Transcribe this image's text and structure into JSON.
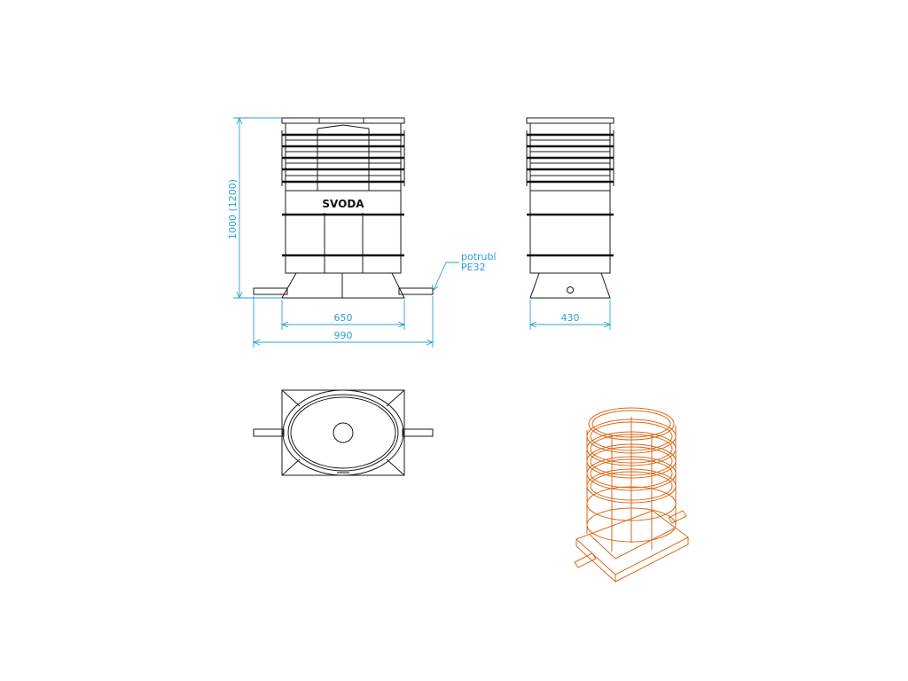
{
  "colors": {
    "dimension": "#2a9fd6",
    "outline": "#1a1a1a",
    "isometric": "#d96a1a"
  },
  "front_view": {
    "logo": "SVODA",
    "height_label": "1000  (1200)",
    "inner_width_label": "650",
    "overall_width_label": "990",
    "pipe_label_line1": "potrubí",
    "pipe_label_line2": "PE32"
  },
  "side_view": {
    "width_label": "430"
  },
  "top_view": {},
  "isometric_view": {}
}
